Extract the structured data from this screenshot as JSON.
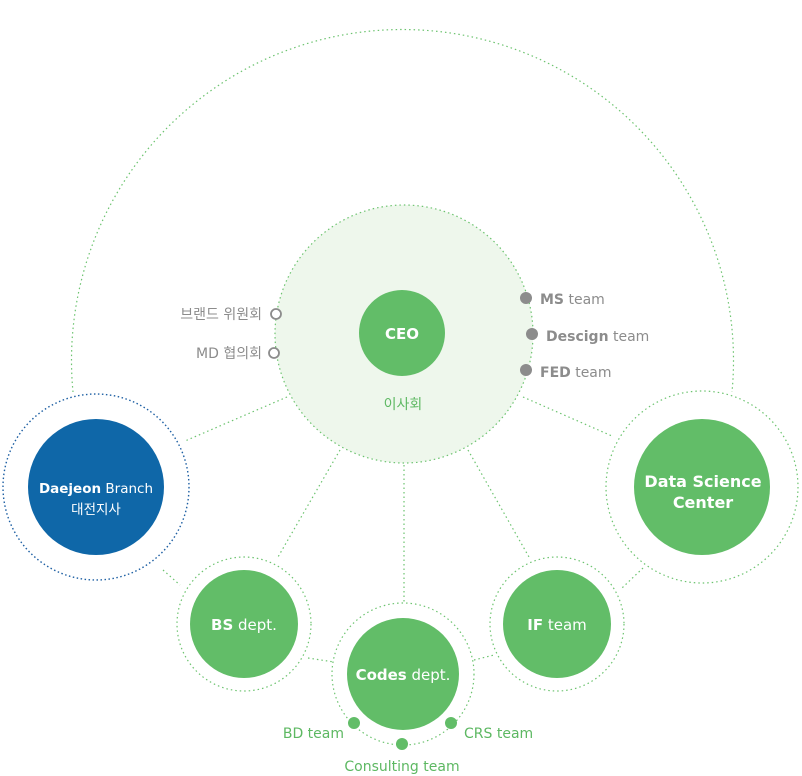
{
  "colors": {
    "green": "#62bd68",
    "light_green_fill": "#eef7ec",
    "dotted_line": "#6cc36f",
    "blue": "#0f67a8",
    "blue_dotted": "#1d5fa3",
    "gray_text": "#8c8c8c",
    "gray_dot": "#8c8c8c",
    "green_text": "#5db862"
  },
  "center": {
    "ceo_label": "CEO",
    "board_label": "이사회",
    "left_items": [
      {
        "label": "브랜드 위원회",
        "icon": "hollow-circle-icon"
      },
      {
        "label": "MD 협의회",
        "icon": "hollow-circle-icon"
      }
    ],
    "right_items": [
      {
        "bold": "MS",
        "rest": " team",
        "icon": "filled-dot-icon"
      },
      {
        "bold": "Descign",
        "rest": " team",
        "icon": "filled-dot-icon"
      },
      {
        "bold": "FED",
        "rest": " team",
        "icon": "filled-dot-icon"
      }
    ]
  },
  "nodes": {
    "daejeon": {
      "bold": "Daejeon",
      "rest": " Branch",
      "sub": "대전지사"
    },
    "bs": {
      "bold": "BS",
      "rest": " dept."
    },
    "codes": {
      "bold": "Codes",
      "rest": " dept."
    },
    "if": {
      "bold": "IF",
      "rest": " team"
    },
    "dsc": {
      "line1": "Data Science",
      "line2": "Center"
    }
  },
  "codes_teams": {
    "bd": "BD team",
    "consulting": "Consulting team",
    "crs": "CRS team"
  }
}
